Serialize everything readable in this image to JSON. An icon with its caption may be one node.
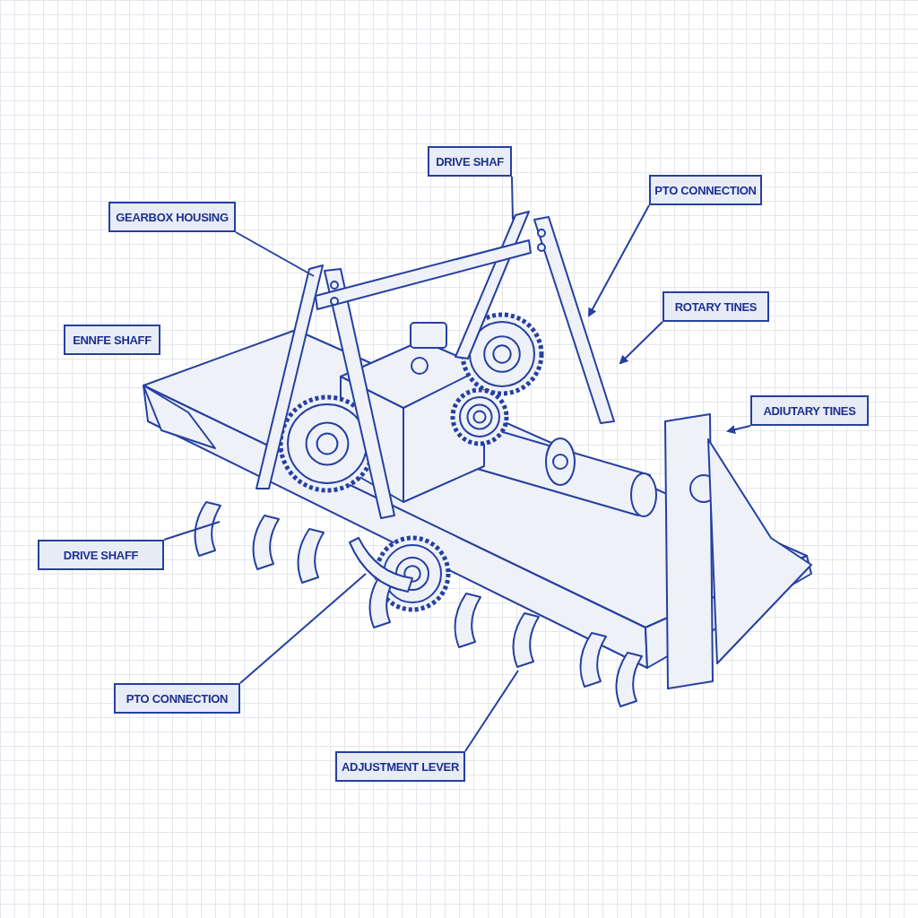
{
  "diagram": {
    "nodes": [
      {
        "text": [
          "GEARBOX HOUSING"
        ]
      },
      {
        "text": [
          "DRIVE SHAF"
        ]
      },
      {
        "text": [
          "PTO CONNECTION"
        ]
      },
      {
        "text": [
          "ROTARY TINES"
        ]
      },
      {
        "text": [
          "ENNFE SHAFF"
        ]
      },
      {
        "text": [
          "ADIUTARY TINES"
        ]
      },
      {
        "text": [
          "DRIVE SHAFF"
        ]
      },
      {
        "text": [
          "PTO CONNECTION"
        ]
      },
      {
        "text": [
          "ADJUSTMENT LEVER"
        ]
      }
    ],
    "edges": [
      {
        "from": 0,
        "to": null,
        "arrow": "none"
      },
      {
        "from": 1,
        "to": null,
        "arrow": "none"
      },
      {
        "from": 2,
        "to": null,
        "arrow": "to"
      },
      {
        "from": 3,
        "to": null,
        "arrow": "to"
      },
      {
        "from": 5,
        "to": null,
        "arrow": "to"
      },
      {
        "from": 6,
        "to": null,
        "arrow": "none"
      },
      {
        "from": 7,
        "to": null,
        "arrow": "none"
      },
      {
        "from": 8,
        "to": null,
        "arrow": "none"
      }
    ]
  }
}
